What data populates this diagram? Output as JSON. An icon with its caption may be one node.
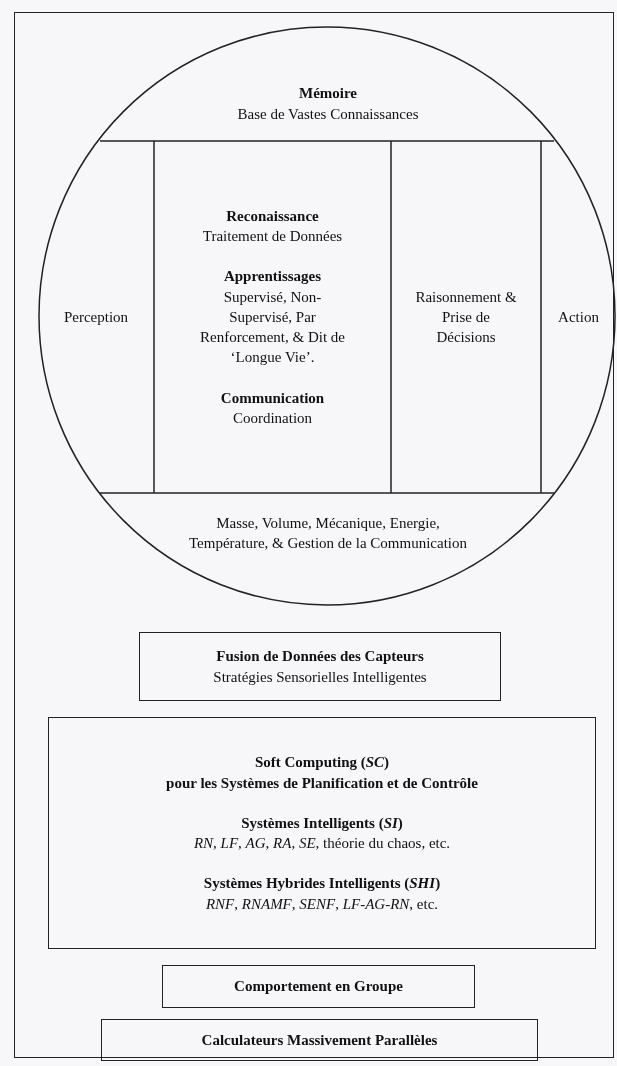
{
  "diagram": {
    "nodes": [
      {
        "text": [],
        "shape": "box"
      },
      {
        "text": [],
        "shape": "circle",
        "in": 0
      },
      {
        "text": [
          "Mémoire",
          "Base de Vastes Connaissances"
        ],
        "in": 1
      },
      {
        "text": [
          "Perception"
        ],
        "in": 1
      },
      {
        "text": [
          "Reconaissance",
          "Traitement de Données",
          "Apprentissages",
          "Supervisé, Non-Supervisé, Par Renforcement, & Dit de ‘Longue Vie’.",
          "Communication",
          "Coordination"
        ],
        "in": 1
      },
      {
        "text": [
          "Raisonnement & Prise de Décisions"
        ],
        "in": 1
      },
      {
        "text": [
          "Action"
        ],
        "in": 1
      },
      {
        "text": [
          "Masse, Volume, Mécanique, Energie, Température, & Gestion de la Communication"
        ],
        "in": 1
      },
      {
        "text": [
          "Fusion de Données des Capteurs",
          "Stratégies Sensorielles Intelligentes"
        ],
        "in": 0
      },
      {
        "text": [
          "Soft Computing (*SC*)",
          "pour les Systèmes de Planification et de Contrôle",
          "Systèmes Intelligents (*SI*)",
          "*RN*, *LF*, *AG*, *RA*, *SE*, théorie du chaos, etc.",
          "Systèmes Hybrides Intelligents (*SHI*)",
          "*RNF*, *RNAMF*, *SENF*, *LF-AG-RN*, etc."
        ],
        "in": 0
      },
      {
        "text": [
          "Comportement en Groupe"
        ],
        "in": 0
      },
      {
        "text": [
          "Calculateurs Massivement Parallèles"
        ],
        "in": 0
      }
    ],
    "edges": []
  }
}
